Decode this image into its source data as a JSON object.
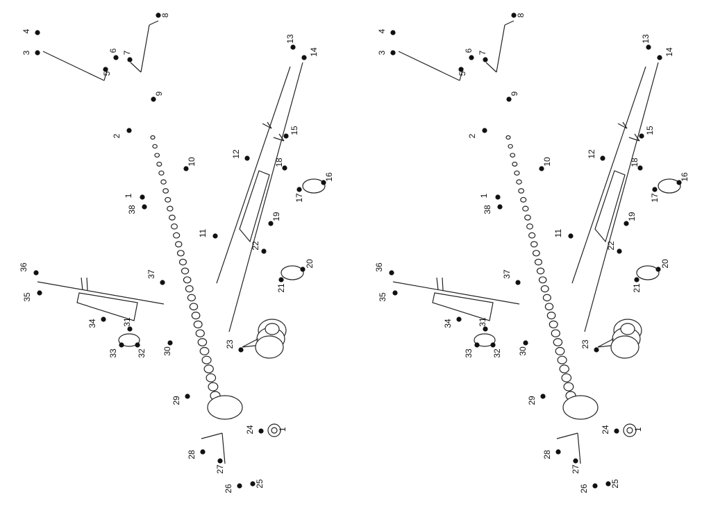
{
  "puzzle": {
    "copies": [
      "left-sheet",
      "right-sheet"
    ],
    "dot_numbers": [
      "1",
      "2",
      "3",
      "4",
      "5",
      "6",
      "7",
      "8",
      "9",
      "10",
      "11",
      "12",
      "13",
      "14",
      "15",
      "16",
      "17",
      "18",
      "19",
      "20",
      "21",
      "22",
      "23",
      "24",
      "25",
      "26",
      "27",
      "28",
      "29",
      "30",
      "31",
      "32",
      "33",
      "34",
      "35",
      "36",
      "37",
      "38"
    ],
    "small_mark_label": "1"
  }
}
